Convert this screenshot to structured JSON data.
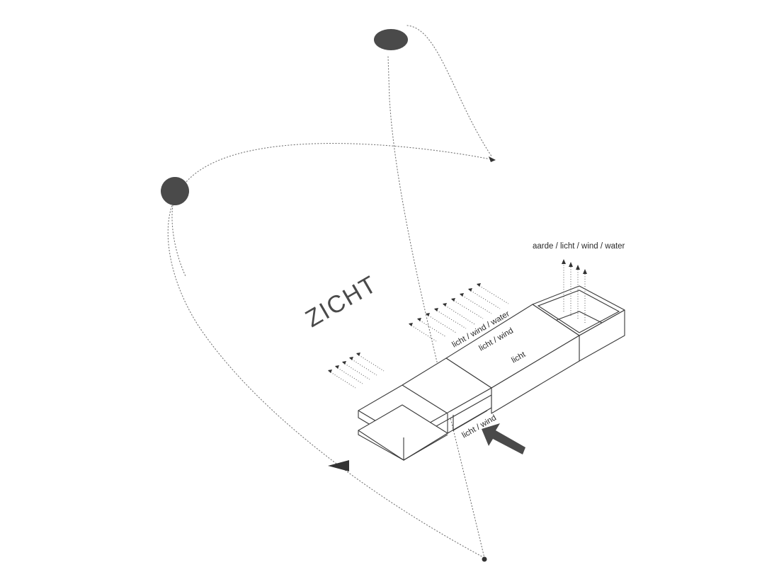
{
  "diagram": {
    "title": "ZICHT",
    "labels": {
      "top_right": "aarde / licht / wind / water",
      "mid_upper": "licht / wind / water",
      "mid_middle": "licht / wind",
      "mid_lower": "licht",
      "front": "licht / wind"
    },
    "colors": {
      "ink": "#3a3a3a",
      "sun": "#4a4a4a",
      "path": "#777777",
      "background": "#ffffff"
    },
    "icons": [
      "sun-disc-high",
      "sun-disc-low",
      "wind-arrow-icon",
      "direction-triangle-icon",
      "observer-point"
    ]
  }
}
